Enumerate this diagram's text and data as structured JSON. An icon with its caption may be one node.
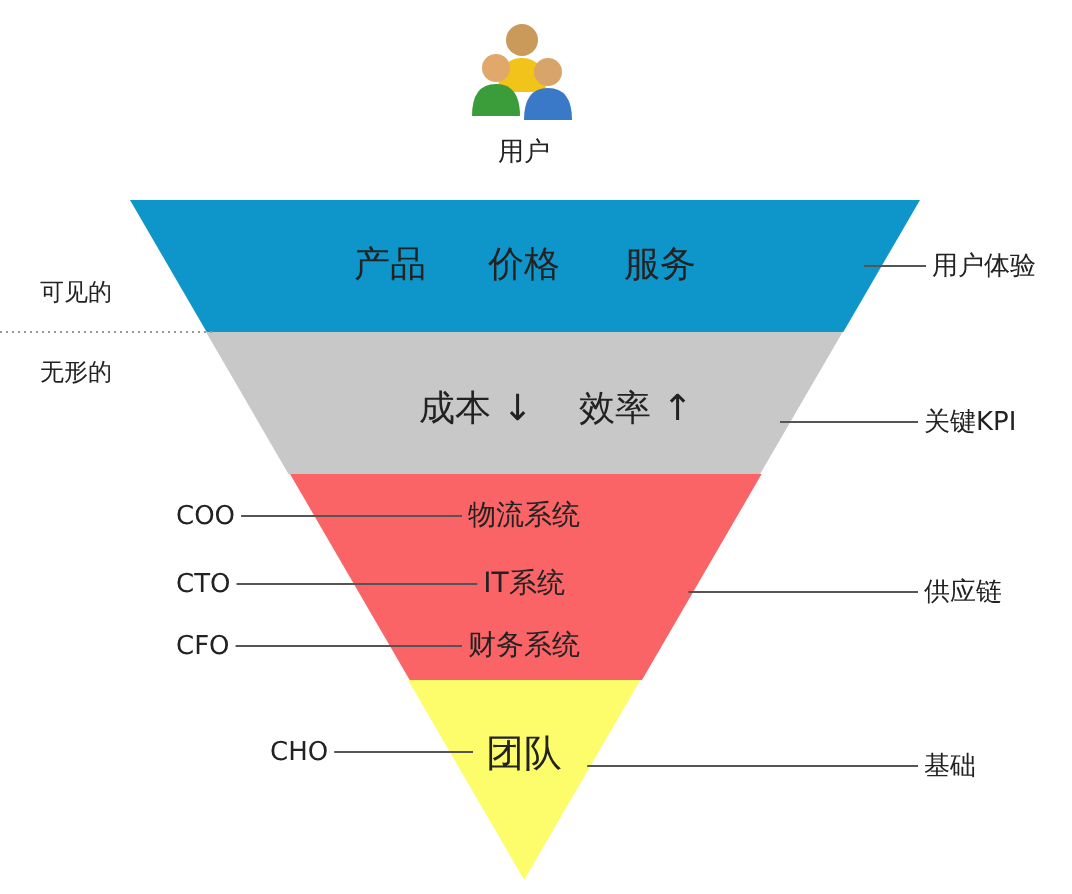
{
  "diagram": {
    "nodes": [
      {
        "text": [
          "产品",
          "价格",
          "服务"
        ]
      },
      {
        "text": [
          "成本 ↓",
          "效率 ↑"
        ]
      },
      {
        "text": [],
        "shape": "trapezoid"
      },
      {
        "text": [
          "物流系统"
        ],
        "in": 2
      },
      {
        "text": [
          "IT系统"
        ],
        "in": 2
      },
      {
        "text": [
          "财务系统"
        ],
        "in": 2
      },
      {
        "text": [
          "团队"
        ]
      },
      {
        "text": [
          "用户体验"
        ]
      },
      {
        "text": [
          "关键KPI"
        ]
      },
      {
        "text": [
          "供应链"
        ]
      },
      {
        "text": [
          "基础"
        ]
      },
      {
        "text": [
          "COO"
        ]
      },
      {
        "text": [
          "CTO"
        ]
      },
      {
        "text": [
          "CFO"
        ]
      },
      {
        "text": [
          "CHO"
        ]
      }
    ],
    "edges": [
      {
        "from": 7,
        "to": 0,
        "arrow": "none"
      },
      {
        "from": 8,
        "to": 1,
        "arrow": "none"
      },
      {
        "from": 9,
        "to": 2,
        "arrow": "none"
      },
      {
        "from": 10,
        "to": 6,
        "arrow": "none"
      },
      {
        "from": 11,
        "to": 3,
        "arrow": "none"
      },
      {
        "from": 12,
        "to": 4,
        "arrow": "none"
      },
      {
        "from": 13,
        "to": 5,
        "arrow": "none"
      },
      {
        "from": 14,
        "to": 6,
        "arrow": "none"
      }
    ],
    "labels": [
      "用户",
      "可见的",
      "无形的"
    ]
  }
}
